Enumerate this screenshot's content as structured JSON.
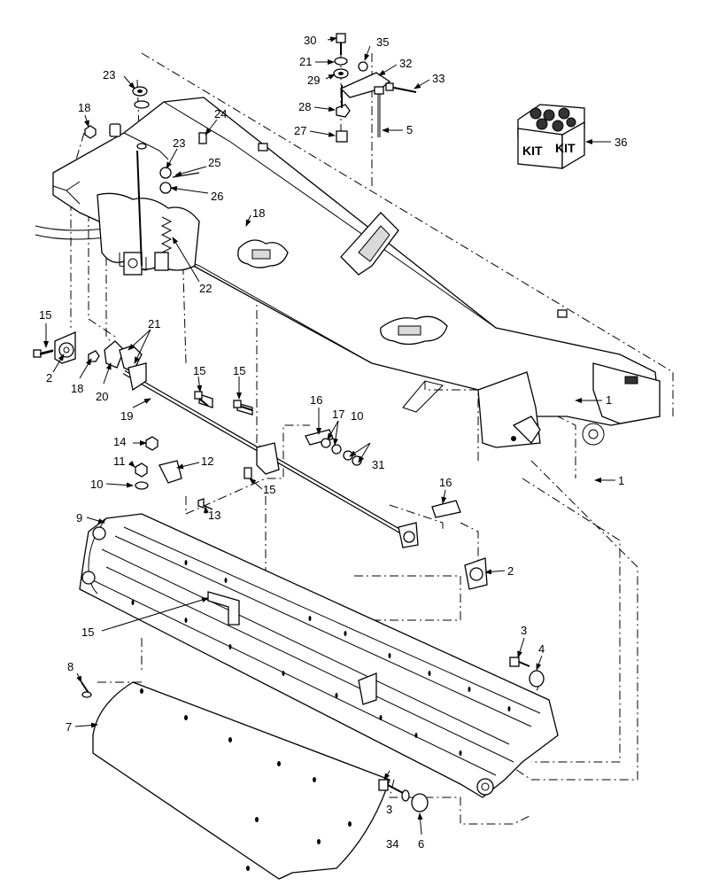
{
  "diagram": {
    "kit_label": "KIT",
    "callouts": [
      {
        "id": "c1a",
        "label": "1"
      },
      {
        "id": "c1b",
        "label": "1"
      },
      {
        "id": "c2a",
        "label": "2"
      },
      {
        "id": "c2b",
        "label": "2"
      },
      {
        "id": "c3a",
        "label": "3"
      },
      {
        "id": "c3b",
        "label": "3"
      },
      {
        "id": "c4",
        "label": "4"
      },
      {
        "id": "c5",
        "label": "5"
      },
      {
        "id": "c6",
        "label": "6"
      },
      {
        "id": "c7",
        "label": "7"
      },
      {
        "id": "c8",
        "label": "8"
      },
      {
        "id": "c9",
        "label": "9"
      },
      {
        "id": "c10a",
        "label": "10"
      },
      {
        "id": "c10b",
        "label": "10"
      },
      {
        "id": "c11",
        "label": "11"
      },
      {
        "id": "c12",
        "label": "12"
      },
      {
        "id": "c13",
        "label": "13"
      },
      {
        "id": "c14",
        "label": "14"
      },
      {
        "id": "c15a",
        "label": "15"
      },
      {
        "id": "c15b",
        "label": "15"
      },
      {
        "id": "c15c",
        "label": "15"
      },
      {
        "id": "c15d",
        "label": "15"
      },
      {
        "id": "c15e",
        "label": "15"
      },
      {
        "id": "c16a",
        "label": "16"
      },
      {
        "id": "c16b",
        "label": "16"
      },
      {
        "id": "c17",
        "label": "17"
      },
      {
        "id": "c18a",
        "label": "18"
      },
      {
        "id": "c18b",
        "label": "18"
      },
      {
        "id": "c18c",
        "label": "18"
      },
      {
        "id": "c19",
        "label": "19"
      },
      {
        "id": "c20",
        "label": "20"
      },
      {
        "id": "c21a",
        "label": "21"
      },
      {
        "id": "c21b",
        "label": "21"
      },
      {
        "id": "c22",
        "label": "22"
      },
      {
        "id": "c23a",
        "label": "23"
      },
      {
        "id": "c23b",
        "label": "23"
      },
      {
        "id": "c24",
        "label": "24"
      },
      {
        "id": "c25",
        "label": "25"
      },
      {
        "id": "c26",
        "label": "26"
      },
      {
        "id": "c27",
        "label": "27"
      },
      {
        "id": "c28",
        "label": "28"
      },
      {
        "id": "c29",
        "label": "29"
      },
      {
        "id": "c30",
        "label": "30"
      },
      {
        "id": "c31",
        "label": "31"
      },
      {
        "id": "c32",
        "label": "32"
      },
      {
        "id": "c33",
        "label": "33"
      },
      {
        "id": "c34",
        "label": "34"
      },
      {
        "id": "c35",
        "label": "35"
      },
      {
        "id": "c36",
        "label": "36"
      }
    ]
  }
}
